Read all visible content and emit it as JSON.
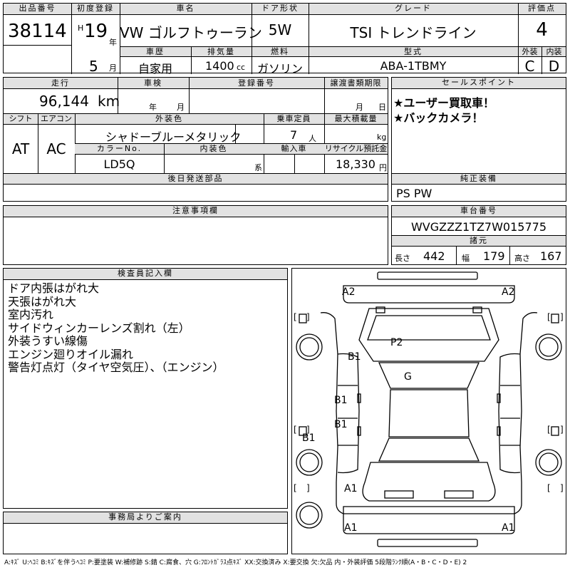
{
  "labels": {
    "lot_no": "出品番号",
    "first_reg": "初度登録",
    "car_name": "車名",
    "door": "ドア形状",
    "grade": "グレード",
    "score": "評価点",
    "year_unit": "年",
    "month_unit": "月",
    "history": "車歴",
    "displacement": "排気量",
    "fuel": "燃料",
    "model": "型式",
    "exterior": "外装",
    "interior": "内装",
    "mileage": "走行",
    "inspection": "車検",
    "reg_no": "登録番号",
    "transfer_deadline": "譲渡書類期限",
    "sales_point": "セールスポイント",
    "shift": "シフト",
    "aircon": "エアコン",
    "ext_color": "外装色",
    "capacity": "乗車定員",
    "max_load": "最大積載量",
    "color_no": "カラーNo.",
    "int_color": "内装色",
    "import": "輸入車",
    "recycle": "リサイクル預託金",
    "later_parts": "後日発送部品",
    "genuine_equip": "純正装備",
    "caution": "注意事項欄",
    "chassis_no": "車台番号",
    "dimensions": "諸元",
    "length": "長さ",
    "width": "幅",
    "height": "高さ",
    "inspector": "検査員記入欄",
    "office_note": "事務局よりご案内",
    "cc": "cc",
    "km": "km",
    "kg": "kg",
    "persons": "人",
    "yen": "円",
    "series": "系",
    "era": "H"
  },
  "car": {
    "lot_no": "38114",
    "year": "19",
    "month": "5",
    "name": "VW ゴルフトゥーラン",
    "door": "5W",
    "grade": "TSI トレンドライン",
    "score": "4",
    "history": "自家用",
    "displacement": "1400",
    "fuel": "ガソリン",
    "model": "ABA-1TBMY",
    "exterior_grade": "C",
    "interior_grade": "D",
    "mileage": "96,144",
    "shift": "AT",
    "aircon": "AC",
    "ext_color": "シャドーブルーメタリック",
    "capacity": "7",
    "color_no": "LD5Q",
    "recycle": "18,330",
    "equipment": "PS PW",
    "chassis_no": "WVGZZZ1TZ7W015775",
    "length": "442",
    "width": "179",
    "height": "167"
  },
  "sales_points": [
    "★ユーザー買取車！",
    "★バックカメラ！"
  ],
  "inspector_notes": [
    "ドア内張はがれ大",
    "天張はがれ大",
    "室内汚れ",
    "サイドウィンカーレンズ割れ（左）",
    "外装うすい線傷",
    "エンジン廻りオイル漏れ",
    "警告灯点灯（タイヤ空気圧）、（エンジン）"
  ],
  "diagram_marks": {
    "front_left": "A2",
    "front_right": "A2",
    "hood": "P2",
    "roof": "G",
    "fender_left": "B1",
    "front_door_left": "B1",
    "rear_door_left": "B1",
    "quarter_left": "B1",
    "rear_left": "A1",
    "rear_bumper_left": "A1",
    "rear_bumper_right": "A1"
  },
  "legend": "A:ｷｽﾞ U:ﾍｺﾐ B:ｷｽﾞを伴うﾍｺﾐ P:要塗装 W:補修跡 S:錆 C:腐食、穴 G:ﾌﾛﾝﾄｶﾞﾗｽ点ｷｽﾞ XX:交換済み X:要交換 欠:欠品 内・外装評価 5段階ﾗﾝｸ順(A・B・C・D・E) 2"
}
